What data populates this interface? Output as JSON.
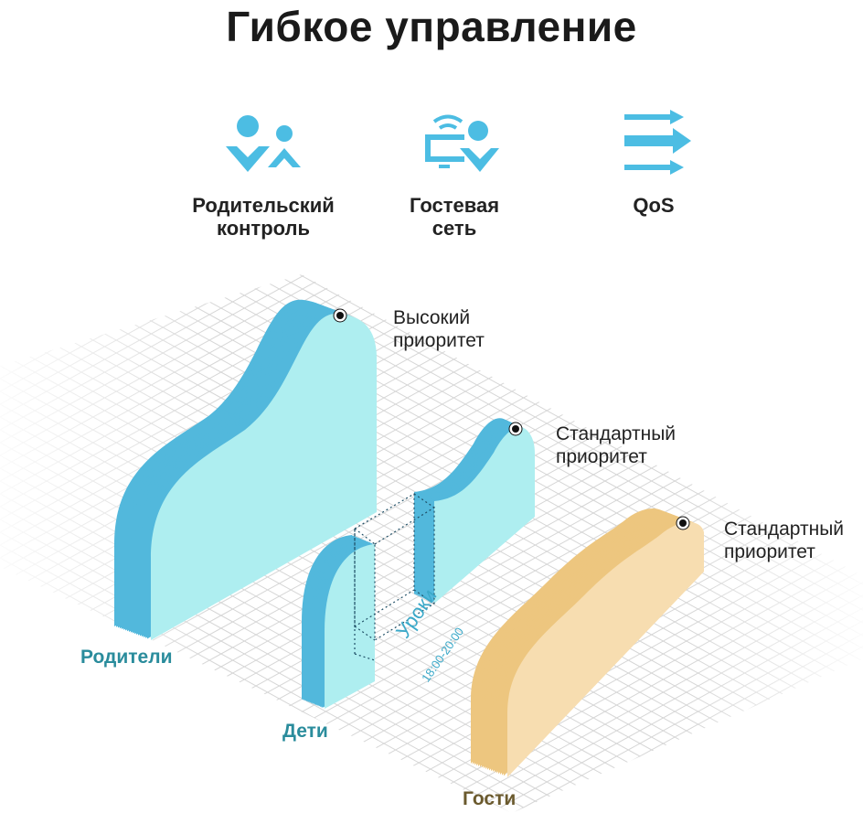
{
  "title": "Гибкое управление",
  "features": [
    {
      "icon": "parental-control-icon",
      "line1": "Родительский",
      "line2": "контроль"
    },
    {
      "icon": "guest-network-icon",
      "line1": "Гостевая",
      "line2": "сеть"
    },
    {
      "icon": "qos-icon",
      "line1": "QoS",
      "line2": ""
    }
  ],
  "groups": {
    "parents": {
      "label": "Родители",
      "priority1": "Высокий",
      "priority2": "приоритет"
    },
    "kids": {
      "label": "Дети",
      "priority1": "Стандартный",
      "priority2": "приоритет",
      "block_label": "Уроки",
      "block_time": "18:00-20:00"
    },
    "guests": {
      "label": "Гости",
      "priority1": "Стандартный",
      "priority2": "приоритет"
    }
  },
  "colors": {
    "accent": "#4cbde3",
    "blue_face": "#aeeef0",
    "blue_side": "#52b8dc",
    "sand_face": "#f7ddb0",
    "sand_side": "#edc67f",
    "label_teal": "#2a8c9c",
    "label_brown": "#6b5a2e"
  }
}
